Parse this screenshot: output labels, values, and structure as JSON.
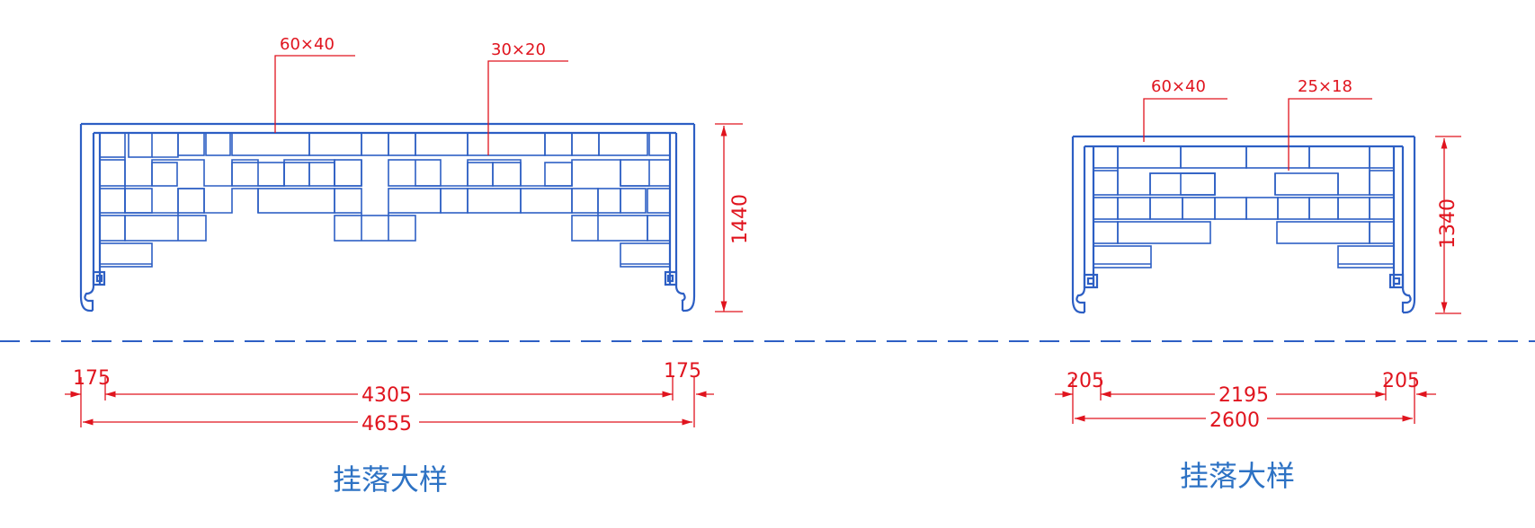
{
  "colors": {
    "frame": "#2d5fc4",
    "dimension": "#e0141e",
    "title": "#2d72c4"
  },
  "left_view": {
    "callout_1": "60×40",
    "callout_2": "30×20",
    "height_dim": "1440",
    "dim_left_end": "175",
    "dim_right_end": "175",
    "dim_inner": "4305",
    "dim_overall": "4655",
    "title": "挂落大样"
  },
  "right_view": {
    "callout_1": "60×40",
    "callout_2": "25×18",
    "height_dim": "1340",
    "dim_left_end": "205",
    "dim_right_end": "205",
    "dim_inner": "2195",
    "dim_overall": "2600",
    "title": "挂落大样"
  }
}
